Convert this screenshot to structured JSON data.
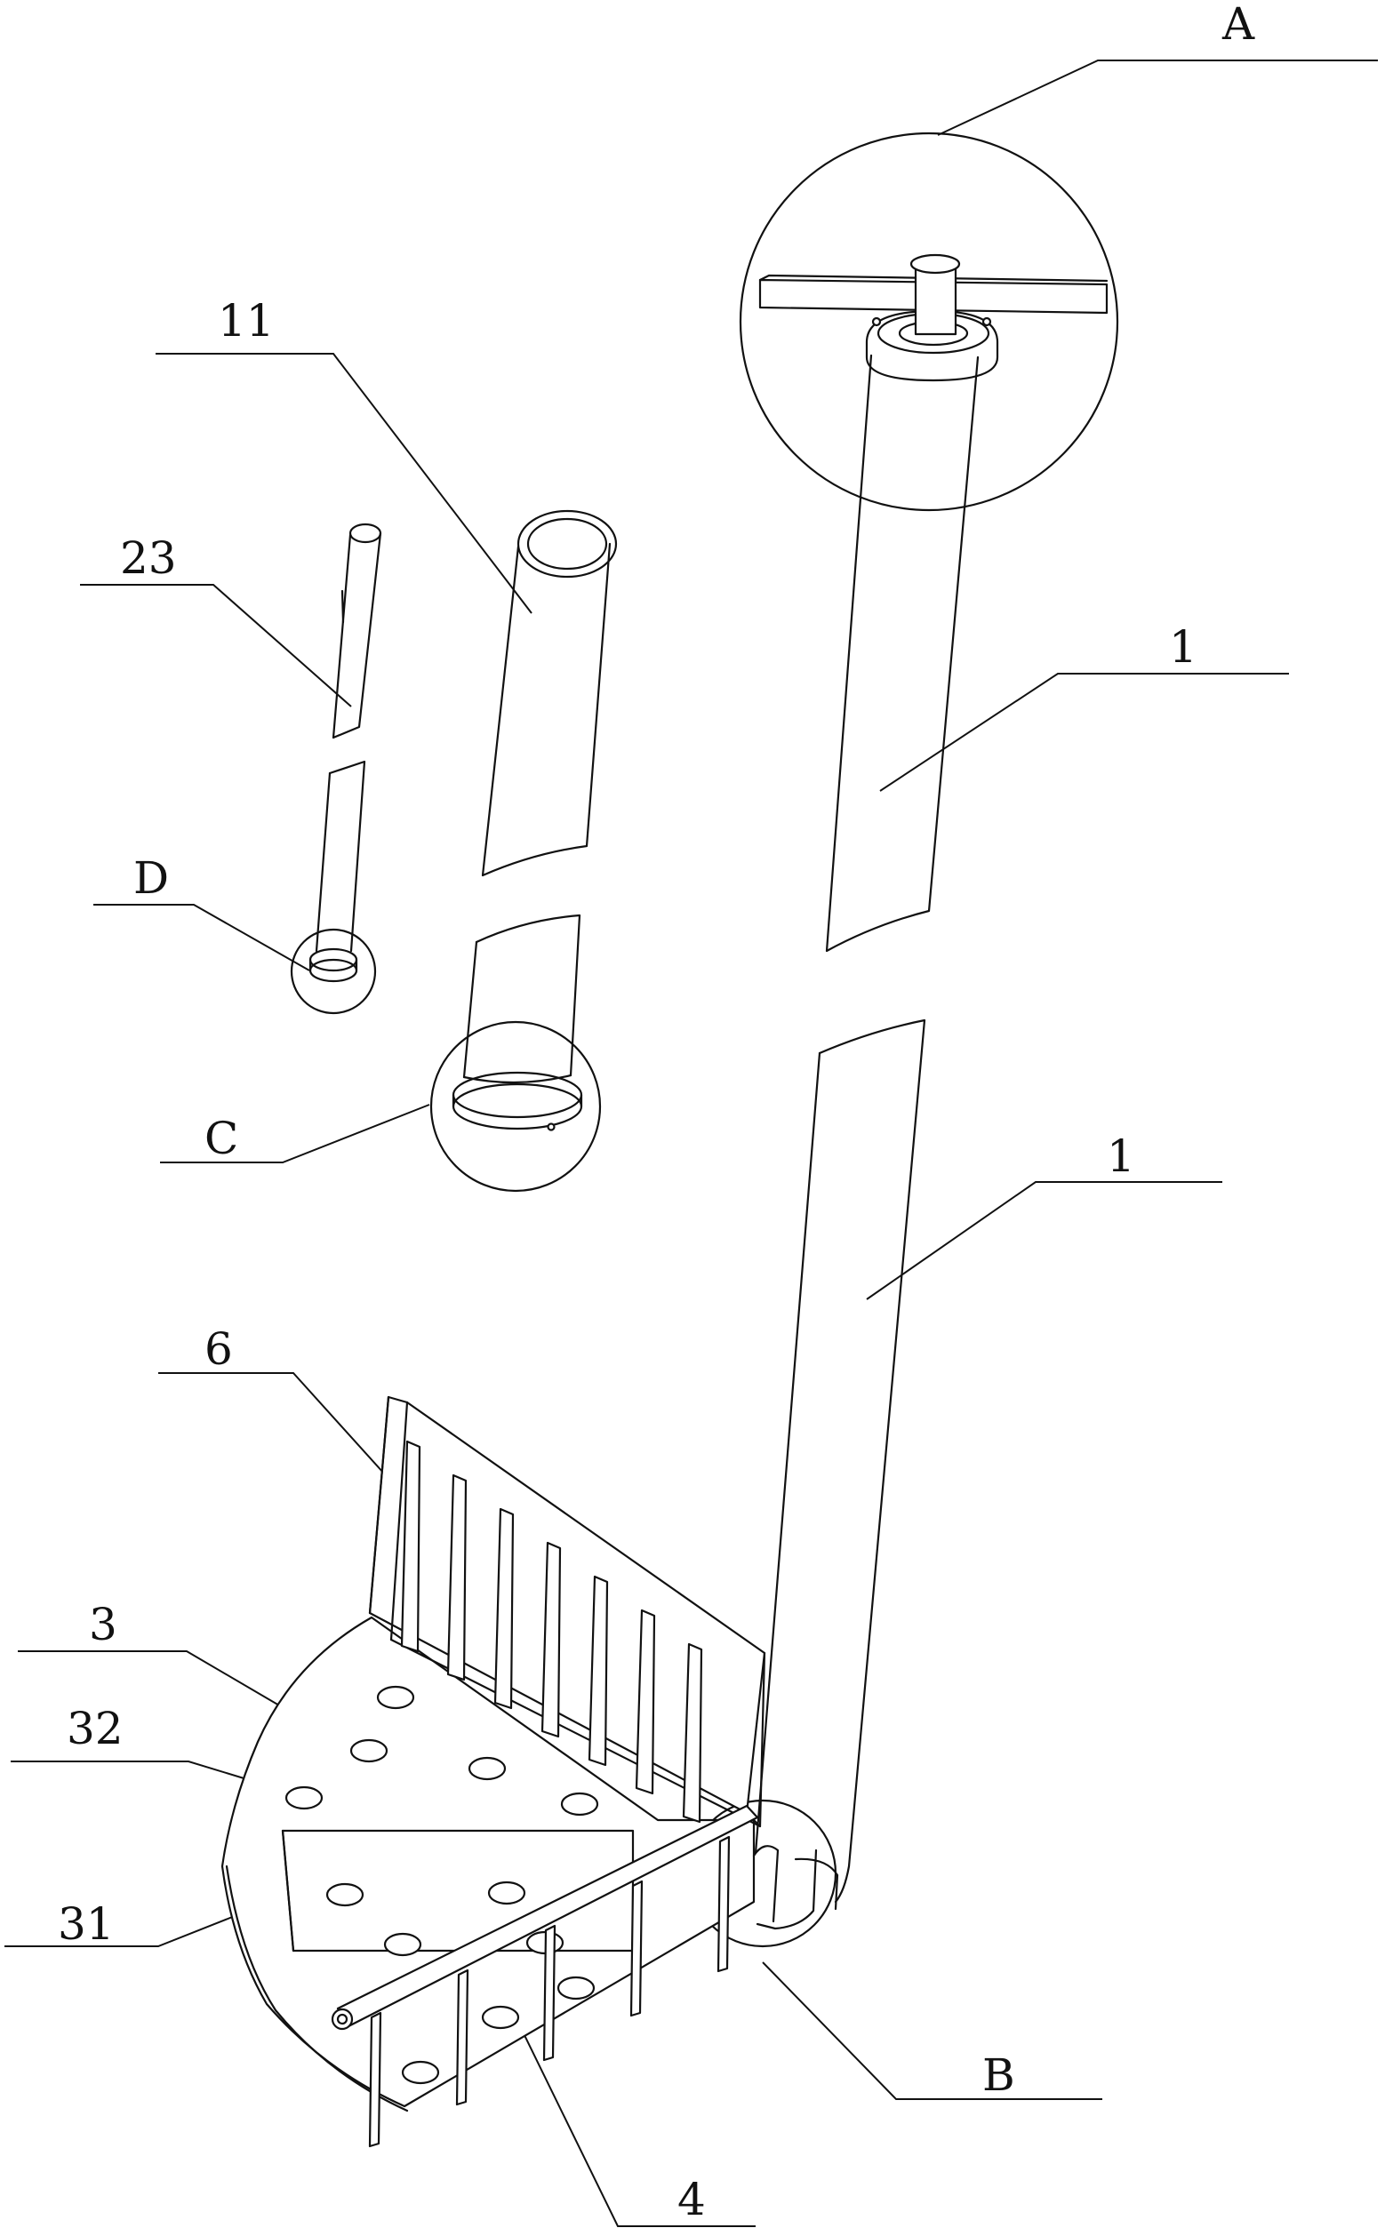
{
  "labels": {
    "A": "A",
    "B": "B",
    "C": "C",
    "D": "D",
    "l11": "11",
    "l23": "23",
    "l1_upper": "1",
    "l1_lower": "1",
    "l6": "6",
    "l3": "3",
    "l32": "32",
    "l31": "31",
    "l4": "4"
  }
}
